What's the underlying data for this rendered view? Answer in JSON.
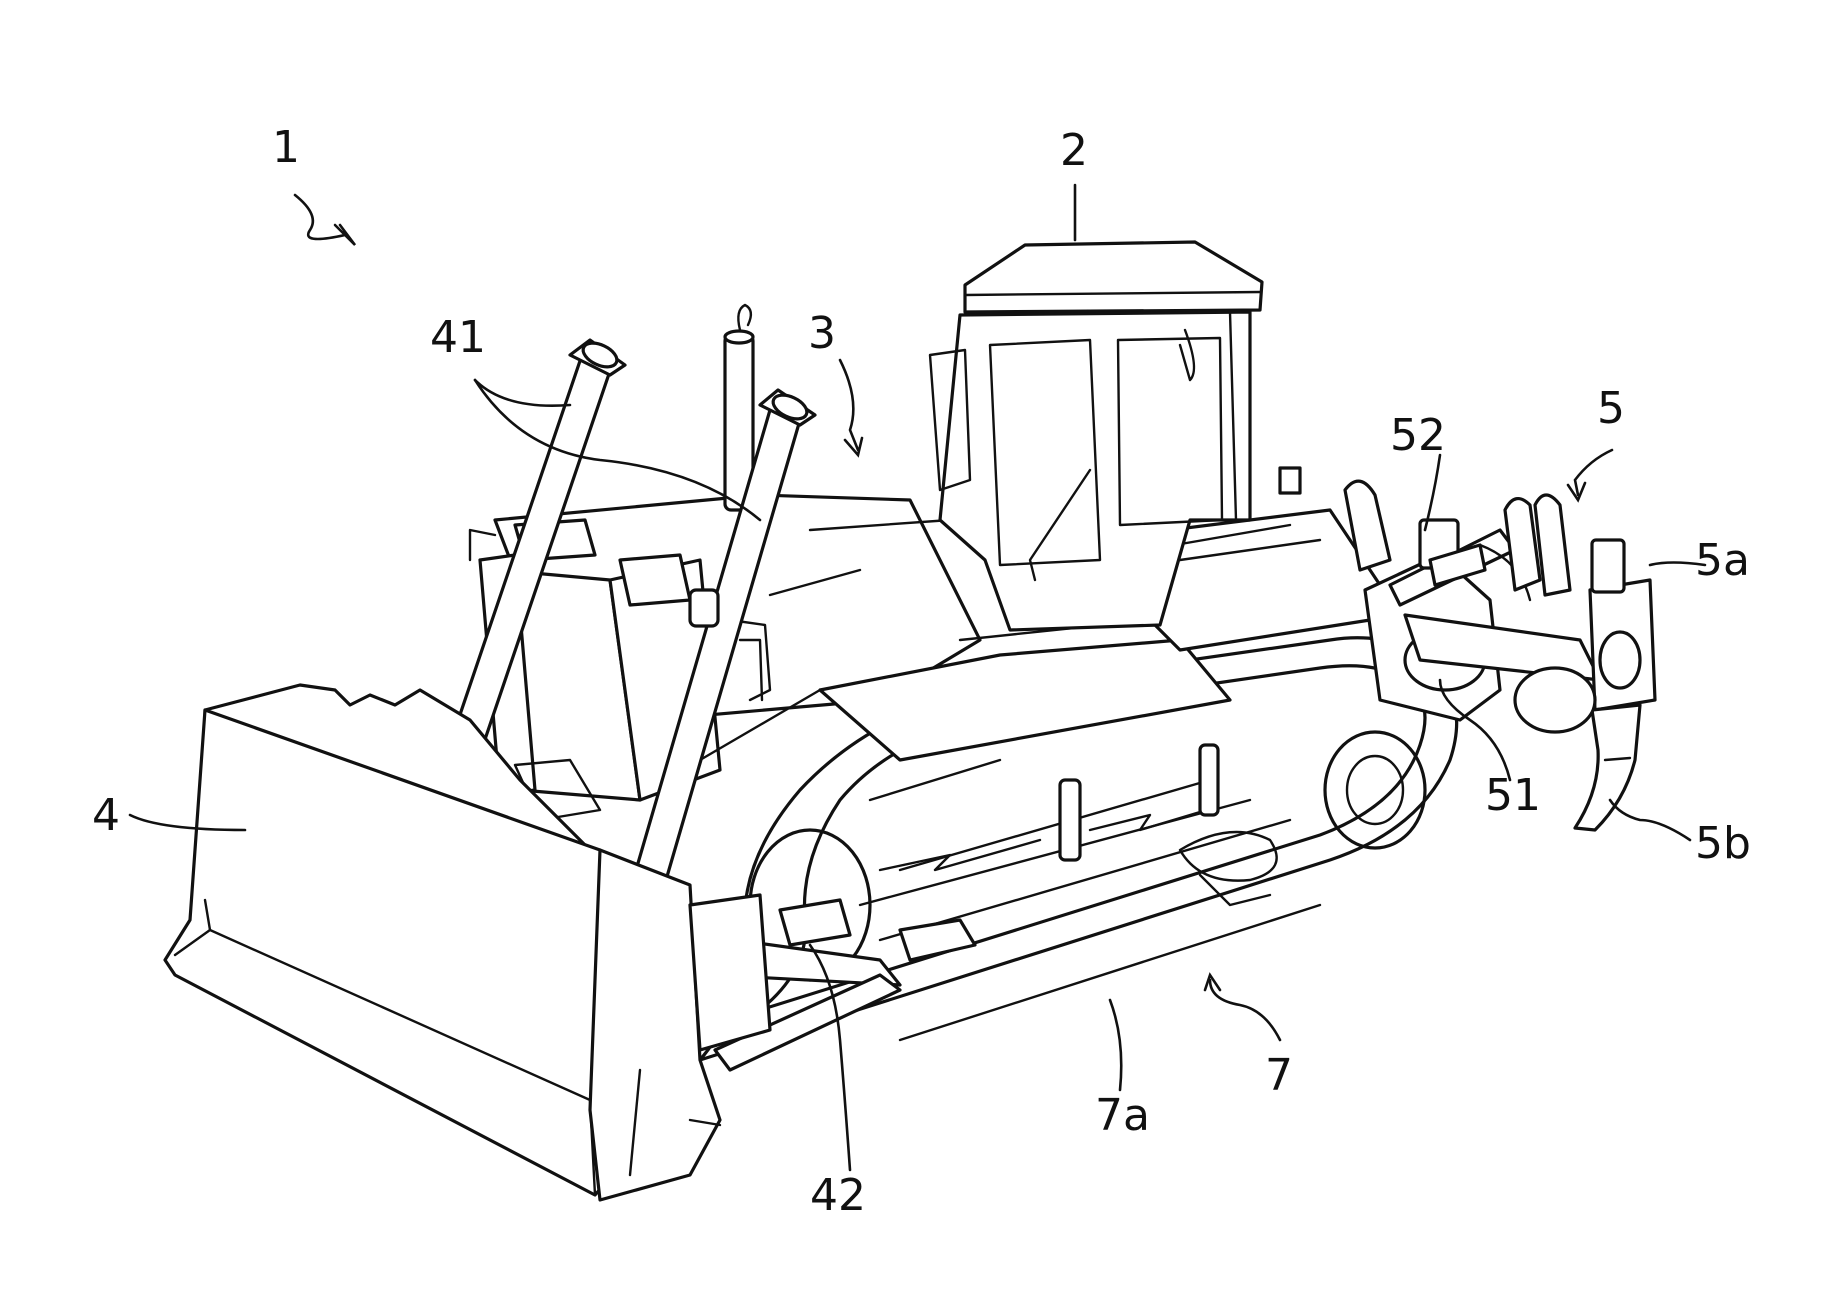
{
  "figure": {
    "reference_numerals": {
      "machine": "1",
      "cab": "2",
      "vehicle_body": "3",
      "blade": "4",
      "lift_cylinders": "41",
      "blade_arm": "42",
      "ripper": "5",
      "shank_holder": "5a",
      "shank_tip": "5b",
      "ripper_arm": "51",
      "ripper_cylinder": "52",
      "undercarriage": "7",
      "crawler_track": "7a"
    }
  }
}
